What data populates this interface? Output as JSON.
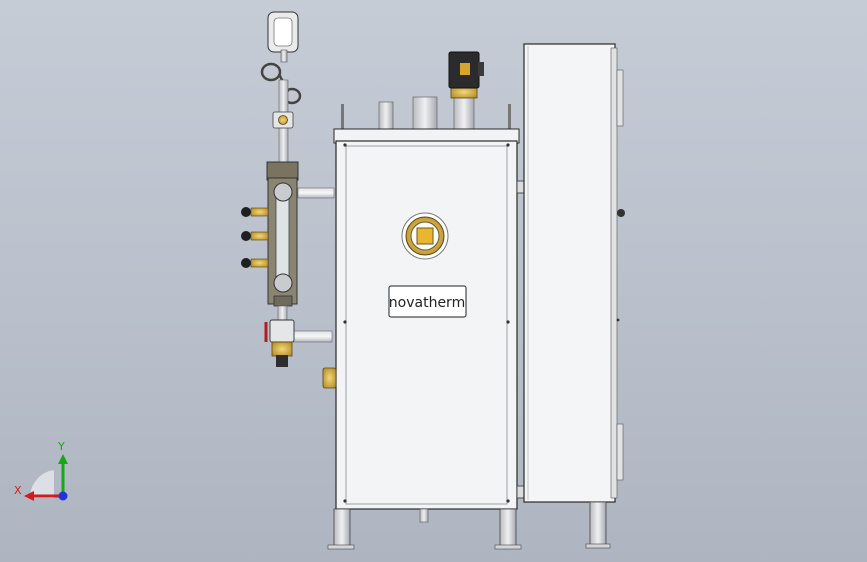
{
  "viewport": {
    "background_top": "#c6ccd6",
    "background_bottom": "#aeb5c1"
  },
  "boiler": {
    "brand_label": "novatherm",
    "body_color": "#f3f4f5",
    "outline_color": "#2a2a2a"
  },
  "control_cabinet": {
    "body_color": "#f4f5f6"
  },
  "triad": {
    "x_label": "X",
    "y_label": "Y",
    "x_color": "#d01c1c",
    "y_color": "#19a619",
    "z_color": "#2335d8"
  },
  "icons": [
    "coordinate-triad-icon",
    "pressure-gauge-icon",
    "valve-handle-icon",
    "sight-glass-icon"
  ]
}
